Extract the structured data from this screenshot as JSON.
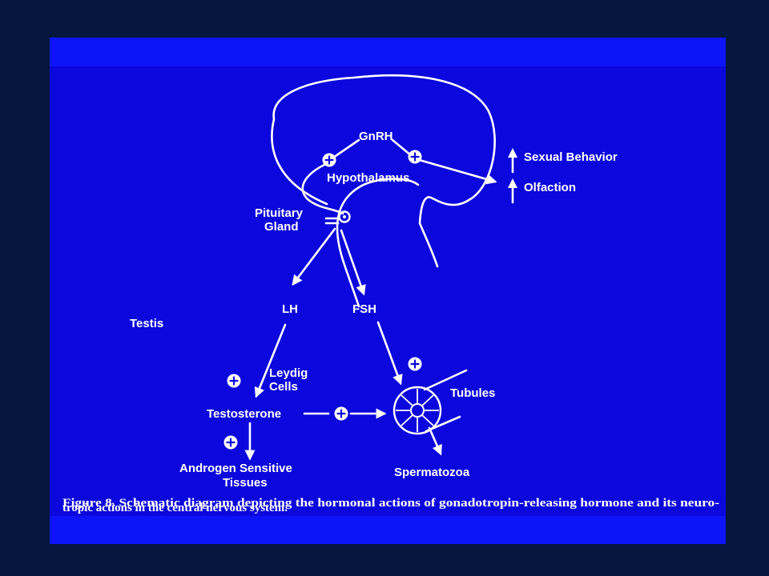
{
  "figure": {
    "labels": {
      "gnrh": "GnRH",
      "hypothalamus": "Hypothalamus",
      "sexual_behavior": "Sexual Behavior",
      "olfaction": "Olfaction",
      "pituitary_line1": "Pituitary",
      "pituitary_line2": "Gland",
      "lh": "LH",
      "fsh": "FSH",
      "testis": "Testis",
      "leydig_line1": "Leydig",
      "leydig_line2": "Cells",
      "testosterone": "Testosterone",
      "tubules": "Tubules",
      "androgen_line1": "Androgen Sensitive",
      "androgen_line2": "Tissues",
      "spermatozoa": "Spermatozoa"
    },
    "caption": {
      "line1": "Figure 8. Schematic diagram depicting the hormonal actions of gonadotropin-releasing hormone and its neuro-",
      "line2": "tropic actions in the central nervous system."
    },
    "colors": {
      "page_background": "#05173f",
      "slide_band": "#0e14f8",
      "slide_panel": "#0c07dc",
      "ink": "#ffffff"
    },
    "icons": [
      "plus-circle-icon",
      "up-arrow-icon"
    ]
  }
}
